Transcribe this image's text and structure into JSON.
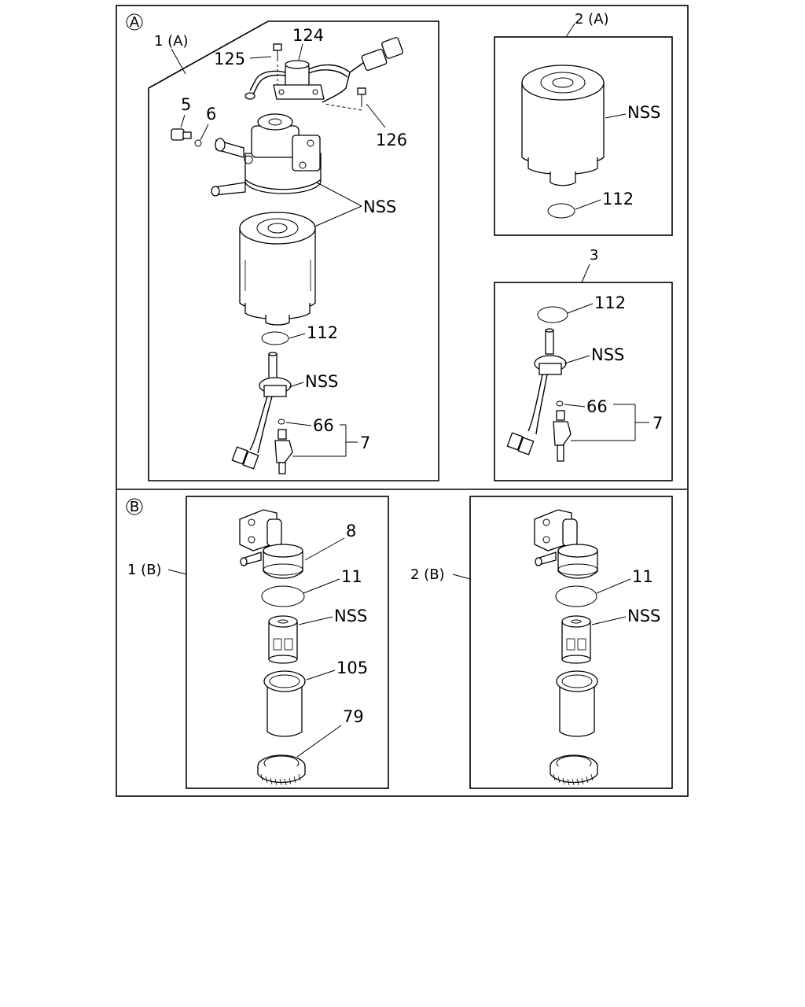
{
  "sections": {
    "a": {
      "badge": "A",
      "groups": {
        "g1a": {
          "label": "1 (A)"
        },
        "g2a": {
          "label": "2 (A)"
        },
        "g3": {
          "label": "3"
        }
      }
    },
    "b": {
      "badge": "B",
      "groups": {
        "g1b": {
          "label": "1 (B)"
        },
        "g2b": {
          "label": "2 (B)"
        }
      }
    }
  },
  "callouts": {
    "c124": "124",
    "c125": "125",
    "c126": "126",
    "c5": "5",
    "c6": "6",
    "nss_1a_filter": "NSS",
    "c112_1a": "112",
    "nss_1a_sensor": "NSS",
    "c66_1a": "66",
    "c7_1a": "7",
    "nss_2a": "NSS",
    "c112_2a": "112",
    "c112_3": "112",
    "nss_3": "NSS",
    "c66_3": "66",
    "c7_3": "7",
    "c8": "8",
    "c11_1b": "11",
    "nss_1b": "NSS",
    "c105": "105",
    "c79": "79",
    "c11_2b": "11",
    "nss_2b": "NSS"
  }
}
